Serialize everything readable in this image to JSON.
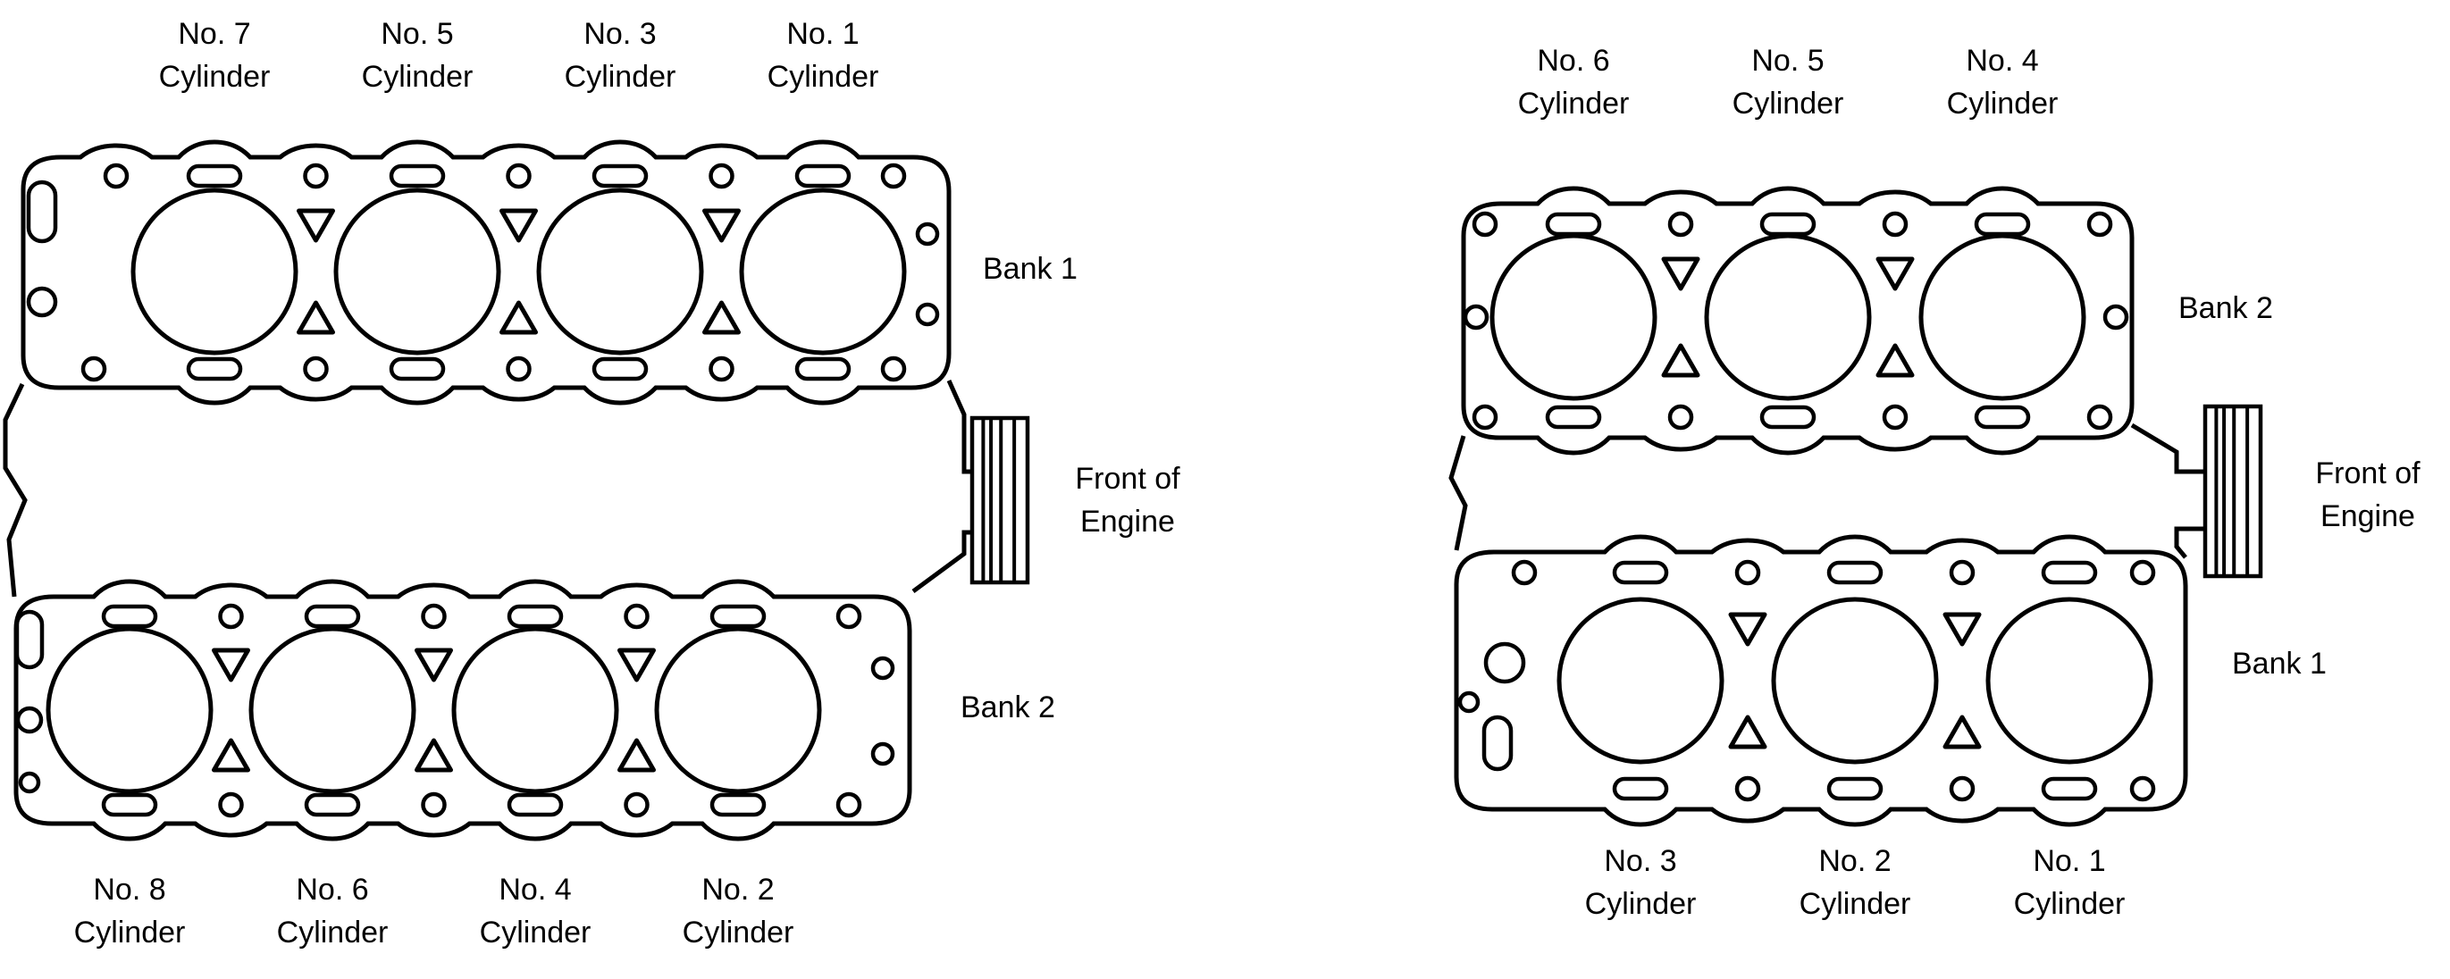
{
  "style": {
    "line_color": "#000000",
    "background": "#ffffff"
  },
  "diagrams": [
    {
      "top_labels": [
        [
          "No. 7",
          "Cylinder"
        ],
        [
          "No. 5",
          "Cylinder"
        ],
        [
          "No. 3",
          "Cylinder"
        ],
        [
          "No. 1",
          "Cylinder"
        ]
      ],
      "bottom_labels": [
        [
          "No. 8",
          "Cylinder"
        ],
        [
          "No. 6",
          "Cylinder"
        ],
        [
          "No. 4",
          "Cylinder"
        ],
        [
          "No. 2",
          "Cylinder"
        ]
      ],
      "bank_top": "Bank 1",
      "bank_bottom": "Bank 2",
      "front": [
        "Front of",
        "Engine"
      ]
    },
    {
      "top_labels": [
        [
          "No. 6",
          "Cylinder"
        ],
        [
          "No. 5",
          "Cylinder"
        ],
        [
          "No. 4",
          "Cylinder"
        ]
      ],
      "bottom_labels": [
        [
          "No. 3",
          "Cylinder"
        ],
        [
          "No. 2",
          "Cylinder"
        ],
        [
          "No. 1",
          "Cylinder"
        ]
      ],
      "bank_top": "Bank 2",
      "bank_bottom": "Bank 1",
      "front": [
        "Front of",
        "Engine"
      ]
    }
  ]
}
